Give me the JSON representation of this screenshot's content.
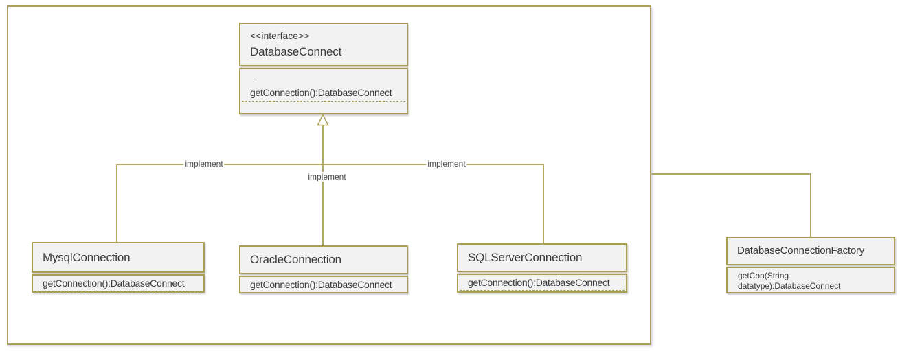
{
  "nodes": {
    "interface": {
      "stereotype": "<<interface>>",
      "name": "DatabaseConnect",
      "field_placeholder": "-",
      "method": "getConnection():DatabaseConnect"
    },
    "mysql": {
      "name": "MysqlConnection",
      "method": "getConnection():DatabaseConnect"
    },
    "oracle": {
      "name": "OracleConnection",
      "method": "getConnection():DatabaseConnect"
    },
    "sqlserver": {
      "name": "SQLServerConnection",
      "method": "getConnection():DatabaseConnect"
    },
    "factory": {
      "name": "DatabaseConnectionFactory",
      "method": "getCon(String datatype):DatabaseConnect"
    }
  },
  "edges": {
    "mysql_implement_label": "implement",
    "oracle_implement_label": "implement",
    "sqlserver_implement_label": "implement"
  },
  "colors": {
    "box_border": "#a89e55",
    "box_fill": "#f2f2f2",
    "connector_line": "#b2a966",
    "text": "#3b3b3b",
    "edge_label_text": "#4a4a4a",
    "background": "#ffffff"
  }
}
